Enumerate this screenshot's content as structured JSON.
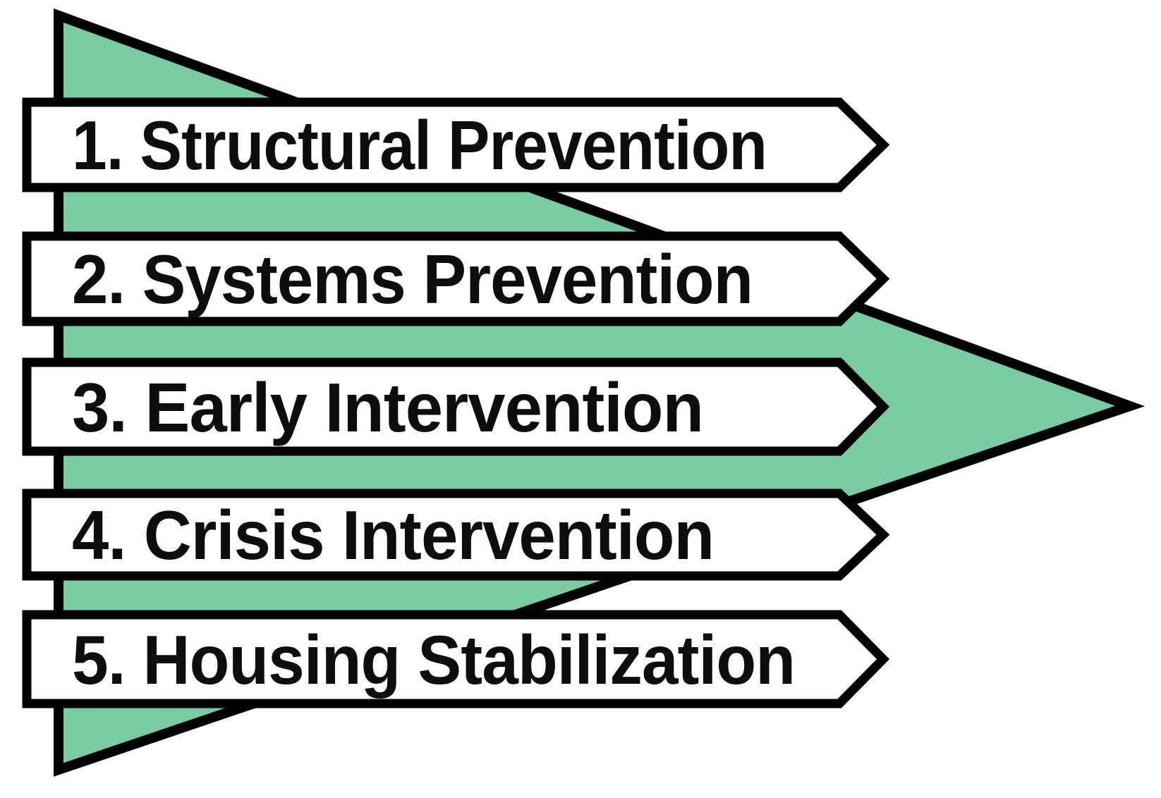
{
  "diagram": {
    "type": "layered-process-arrow",
    "direction": "right",
    "colors": {
      "arrow_fill": "#79CBA4",
      "outline": "#000000",
      "banner_fill": "#FFFFFF",
      "text": "#0D0D0D",
      "background": "#FFFFFF"
    },
    "items": [
      {
        "number": "1",
        "label": "1. Structural Prevention"
      },
      {
        "number": "2",
        "label": "2. Systems Prevention"
      },
      {
        "number": "3",
        "label": "3. Early Intervention"
      },
      {
        "number": "4",
        "label": "4. Crisis Intervention"
      },
      {
        "number": "5",
        "label": "5. Housing Stabilization"
      }
    ]
  }
}
